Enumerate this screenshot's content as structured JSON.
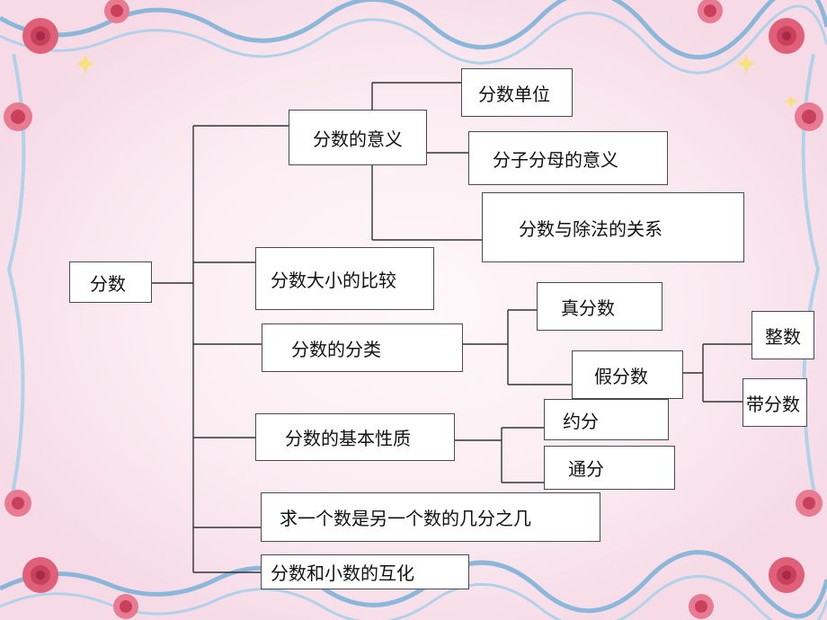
{
  "nodes": {
    "root": "分数",
    "meaning": "分数的意义",
    "unit": "分数单位",
    "numerator_denominator": "分子分母的意义",
    "division": "分数与除法的关系",
    "compare": "分数大小的比较",
    "classify": "分数的分类",
    "proper": "真分数",
    "improper": "假分数",
    "whole": "整数",
    "mixed": "带分数",
    "basic_property": "分数的基本性质",
    "reduce": "约分",
    "common_denominator": "通分",
    "fraction_of": "求一个数是另一个数的几分之几",
    "conversion": "分数和小数的互化"
  },
  "colors": {
    "background": "#fbeef3",
    "border": "#4a4a4a",
    "line": "#333333",
    "rose": "#e0607a",
    "swirl": "#7fb3d9"
  }
}
